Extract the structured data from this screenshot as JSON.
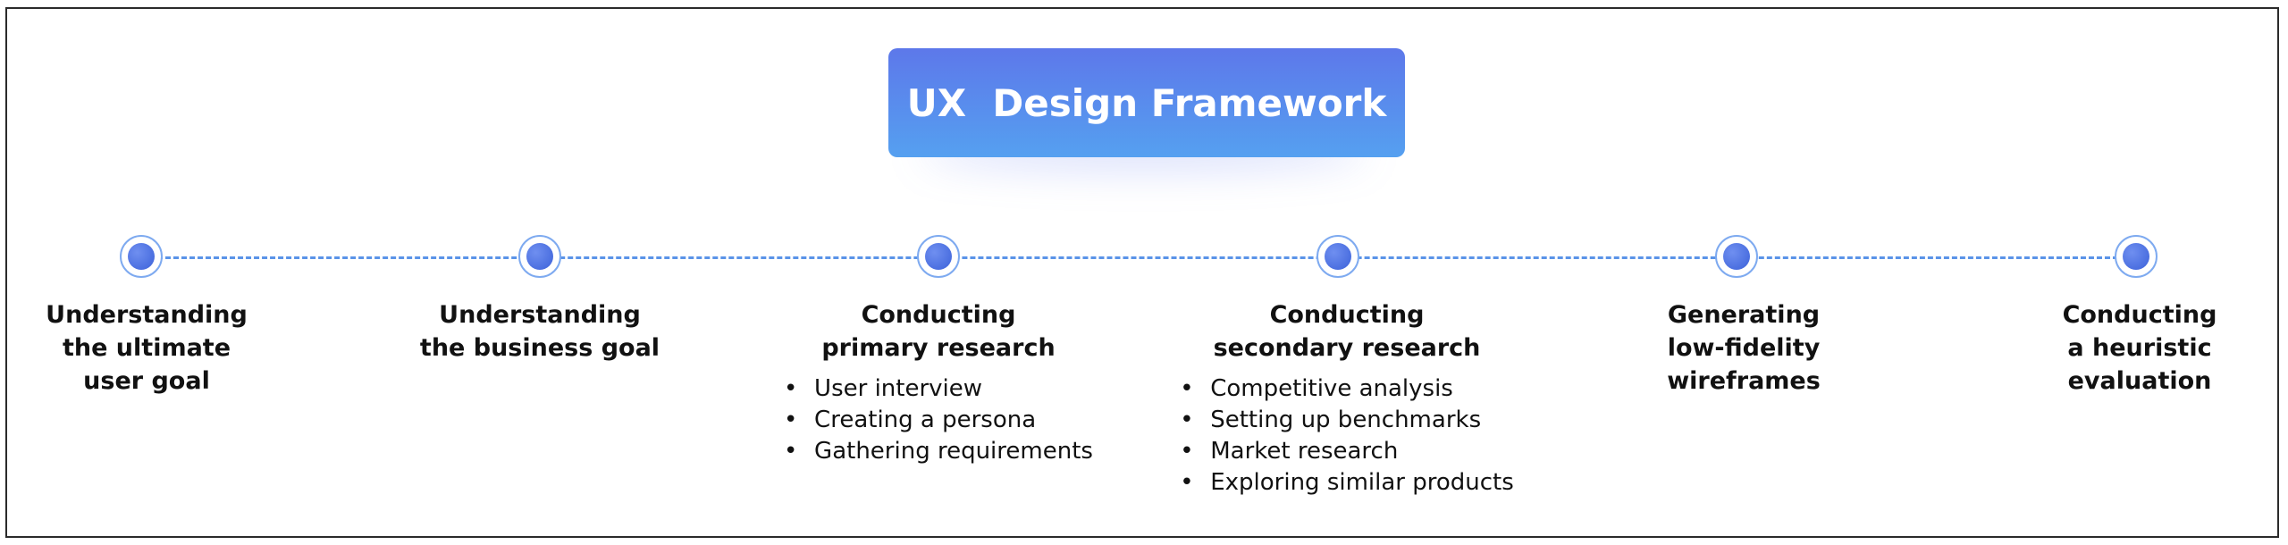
{
  "title": "UX  Design Framework",
  "steps": [
    {
      "title": "Understanding\nthe ultimate\nuser goal",
      "bullets": []
    },
    {
      "title": "Understanding\nthe business goal",
      "bullets": []
    },
    {
      "title": "Conducting\nprimary research",
      "bullets": [
        "User interview",
        "Creating a persona",
        "Gathering requirements"
      ]
    },
    {
      "title": "Conducting\nsecondary research",
      "bullets": [
        "Competitive analysis",
        "Setting up benchmarks",
        "Market research",
        "Exploring similar products"
      ]
    },
    {
      "title": "Generating\nlow-fidelity\nwireframes",
      "bullets": []
    },
    {
      "title": "Conducting\na heuristic\nevaluation",
      "bullets": []
    }
  ],
  "bullet_glyph": "•",
  "colors": {
    "title_gradient_top": "#5d78ea",
    "title_gradient_bottom": "#55a0f0",
    "timeline": "#5a93e8",
    "node": "#4b6fe0",
    "text": "#111111"
  }
}
